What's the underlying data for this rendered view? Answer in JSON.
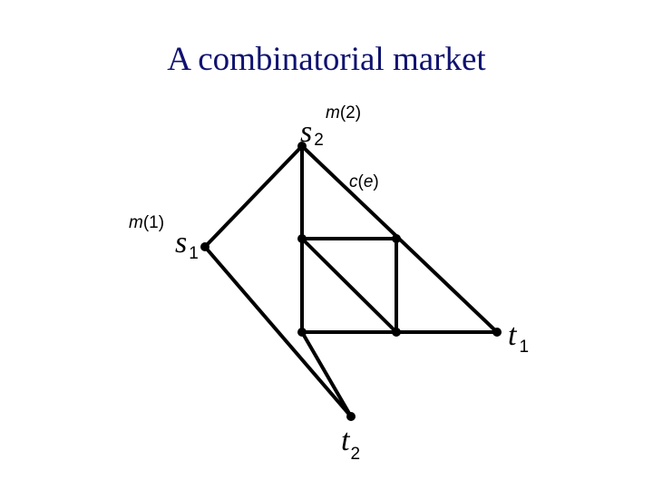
{
  "title": "A combinatorial market",
  "diagram": {
    "nodes": [
      "s2",
      "s1",
      "a",
      "b",
      "c",
      "d",
      "t1",
      "t2"
    ],
    "edges": [
      [
        "s2",
        "a"
      ],
      [
        "s2",
        "t1"
      ],
      [
        "s1",
        "s2"
      ],
      [
        "s1",
        "t2"
      ],
      [
        "a",
        "b"
      ],
      [
        "a",
        "c"
      ],
      [
        "a",
        "d"
      ],
      [
        "b",
        "d"
      ],
      [
        "c",
        "d"
      ],
      [
        "d",
        "t1"
      ],
      [
        "c",
        "t2"
      ]
    ],
    "labels": {
      "s2": {
        "main": "s",
        "sub": "2"
      },
      "s1": {
        "main": "s",
        "sub": "1"
      },
      "t1": {
        "main": "t",
        "sub": "1"
      },
      "t2": {
        "main": "t",
        "sub": "2"
      }
    },
    "annotations": {
      "m2": {
        "fn": "m",
        "arg": "2"
      },
      "m1": {
        "fn": "m",
        "arg": "1"
      },
      "ce": {
        "fn": "c",
        "arg": "e"
      }
    }
  }
}
